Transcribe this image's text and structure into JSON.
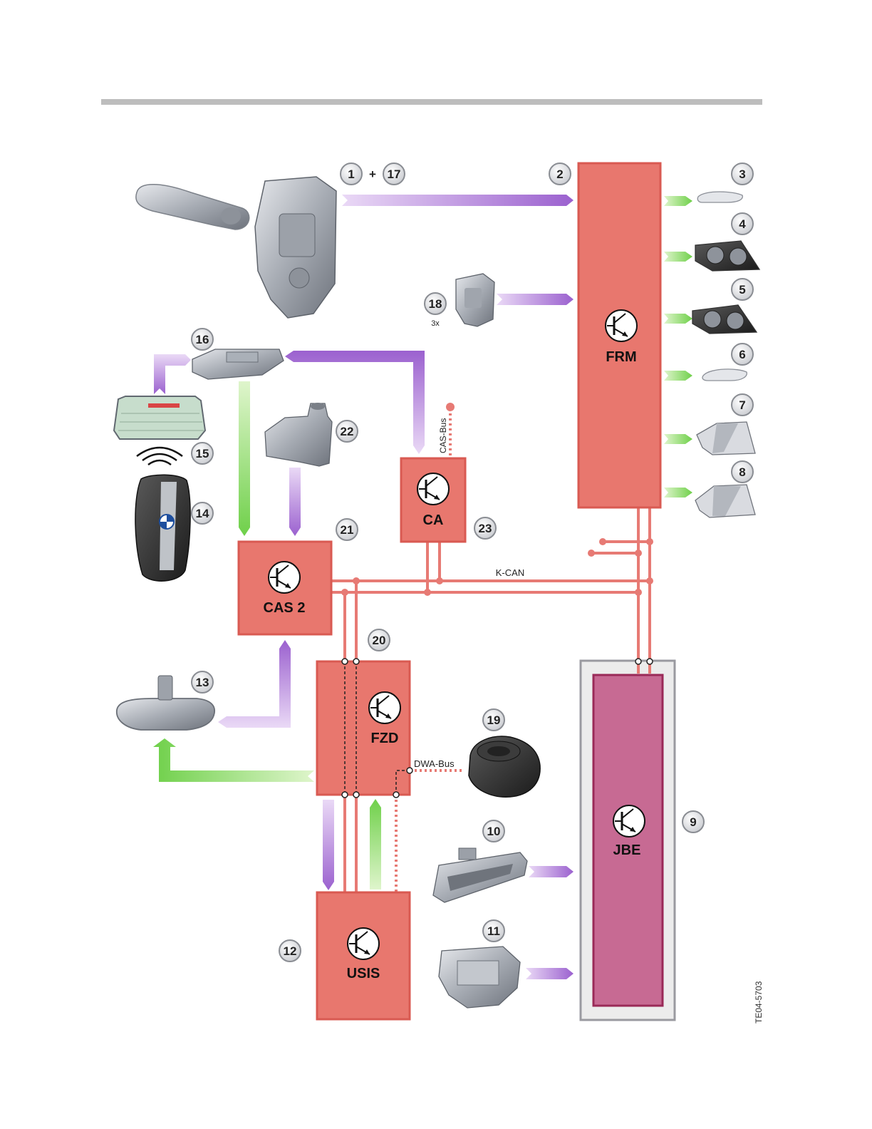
{
  "modules": {
    "frm": "FRM",
    "jbe": "JBE",
    "cas2": "CAS 2",
    "ca": "CA",
    "fzd": "FZD",
    "usis": "USIS"
  },
  "buses": {
    "kcan": "K-CAN",
    "cas_bus": "CAS-Bus",
    "dwa_bus": "DWA-Bus"
  },
  "callouts": {
    "n1": "1",
    "plus": "+",
    "n17": "17",
    "n2": "2",
    "n3": "3",
    "n4": "4",
    "n5": "5",
    "n6": "6",
    "n7": "7",
    "n8": "8",
    "n9": "9",
    "n10": "10",
    "n11": "11",
    "n12": "12",
    "n13": "13",
    "n14": "14",
    "n15": "15",
    "n16": "16",
    "n18": "18",
    "n18_qty": "3x",
    "n19": "19",
    "n20": "20",
    "n21": "21",
    "n22": "22",
    "n23": "23"
  },
  "figure_code": "TE04-5703",
  "colors": {
    "module_fill": "#e8776e",
    "module_border": "#d95a52",
    "jbe_fill": "#c76a93",
    "bus_line": "#e77a74",
    "signal_in": "#a36fd1",
    "signal_out": "#7fd65b",
    "header_rule": "#bdbdbd"
  },
  "icons": [
    "transistor-icon",
    "door-handle-icon",
    "lock-actuator-icon",
    "turn-signal-icon",
    "headlight-icon",
    "taillight-icon",
    "remote-key-icon",
    "rear-window-icon",
    "antenna-icon",
    "sensor-icon",
    "interior-mirror-icon",
    "siren-icon",
    "trunk-button-icon",
    "trunk-lock-icon"
  ]
}
